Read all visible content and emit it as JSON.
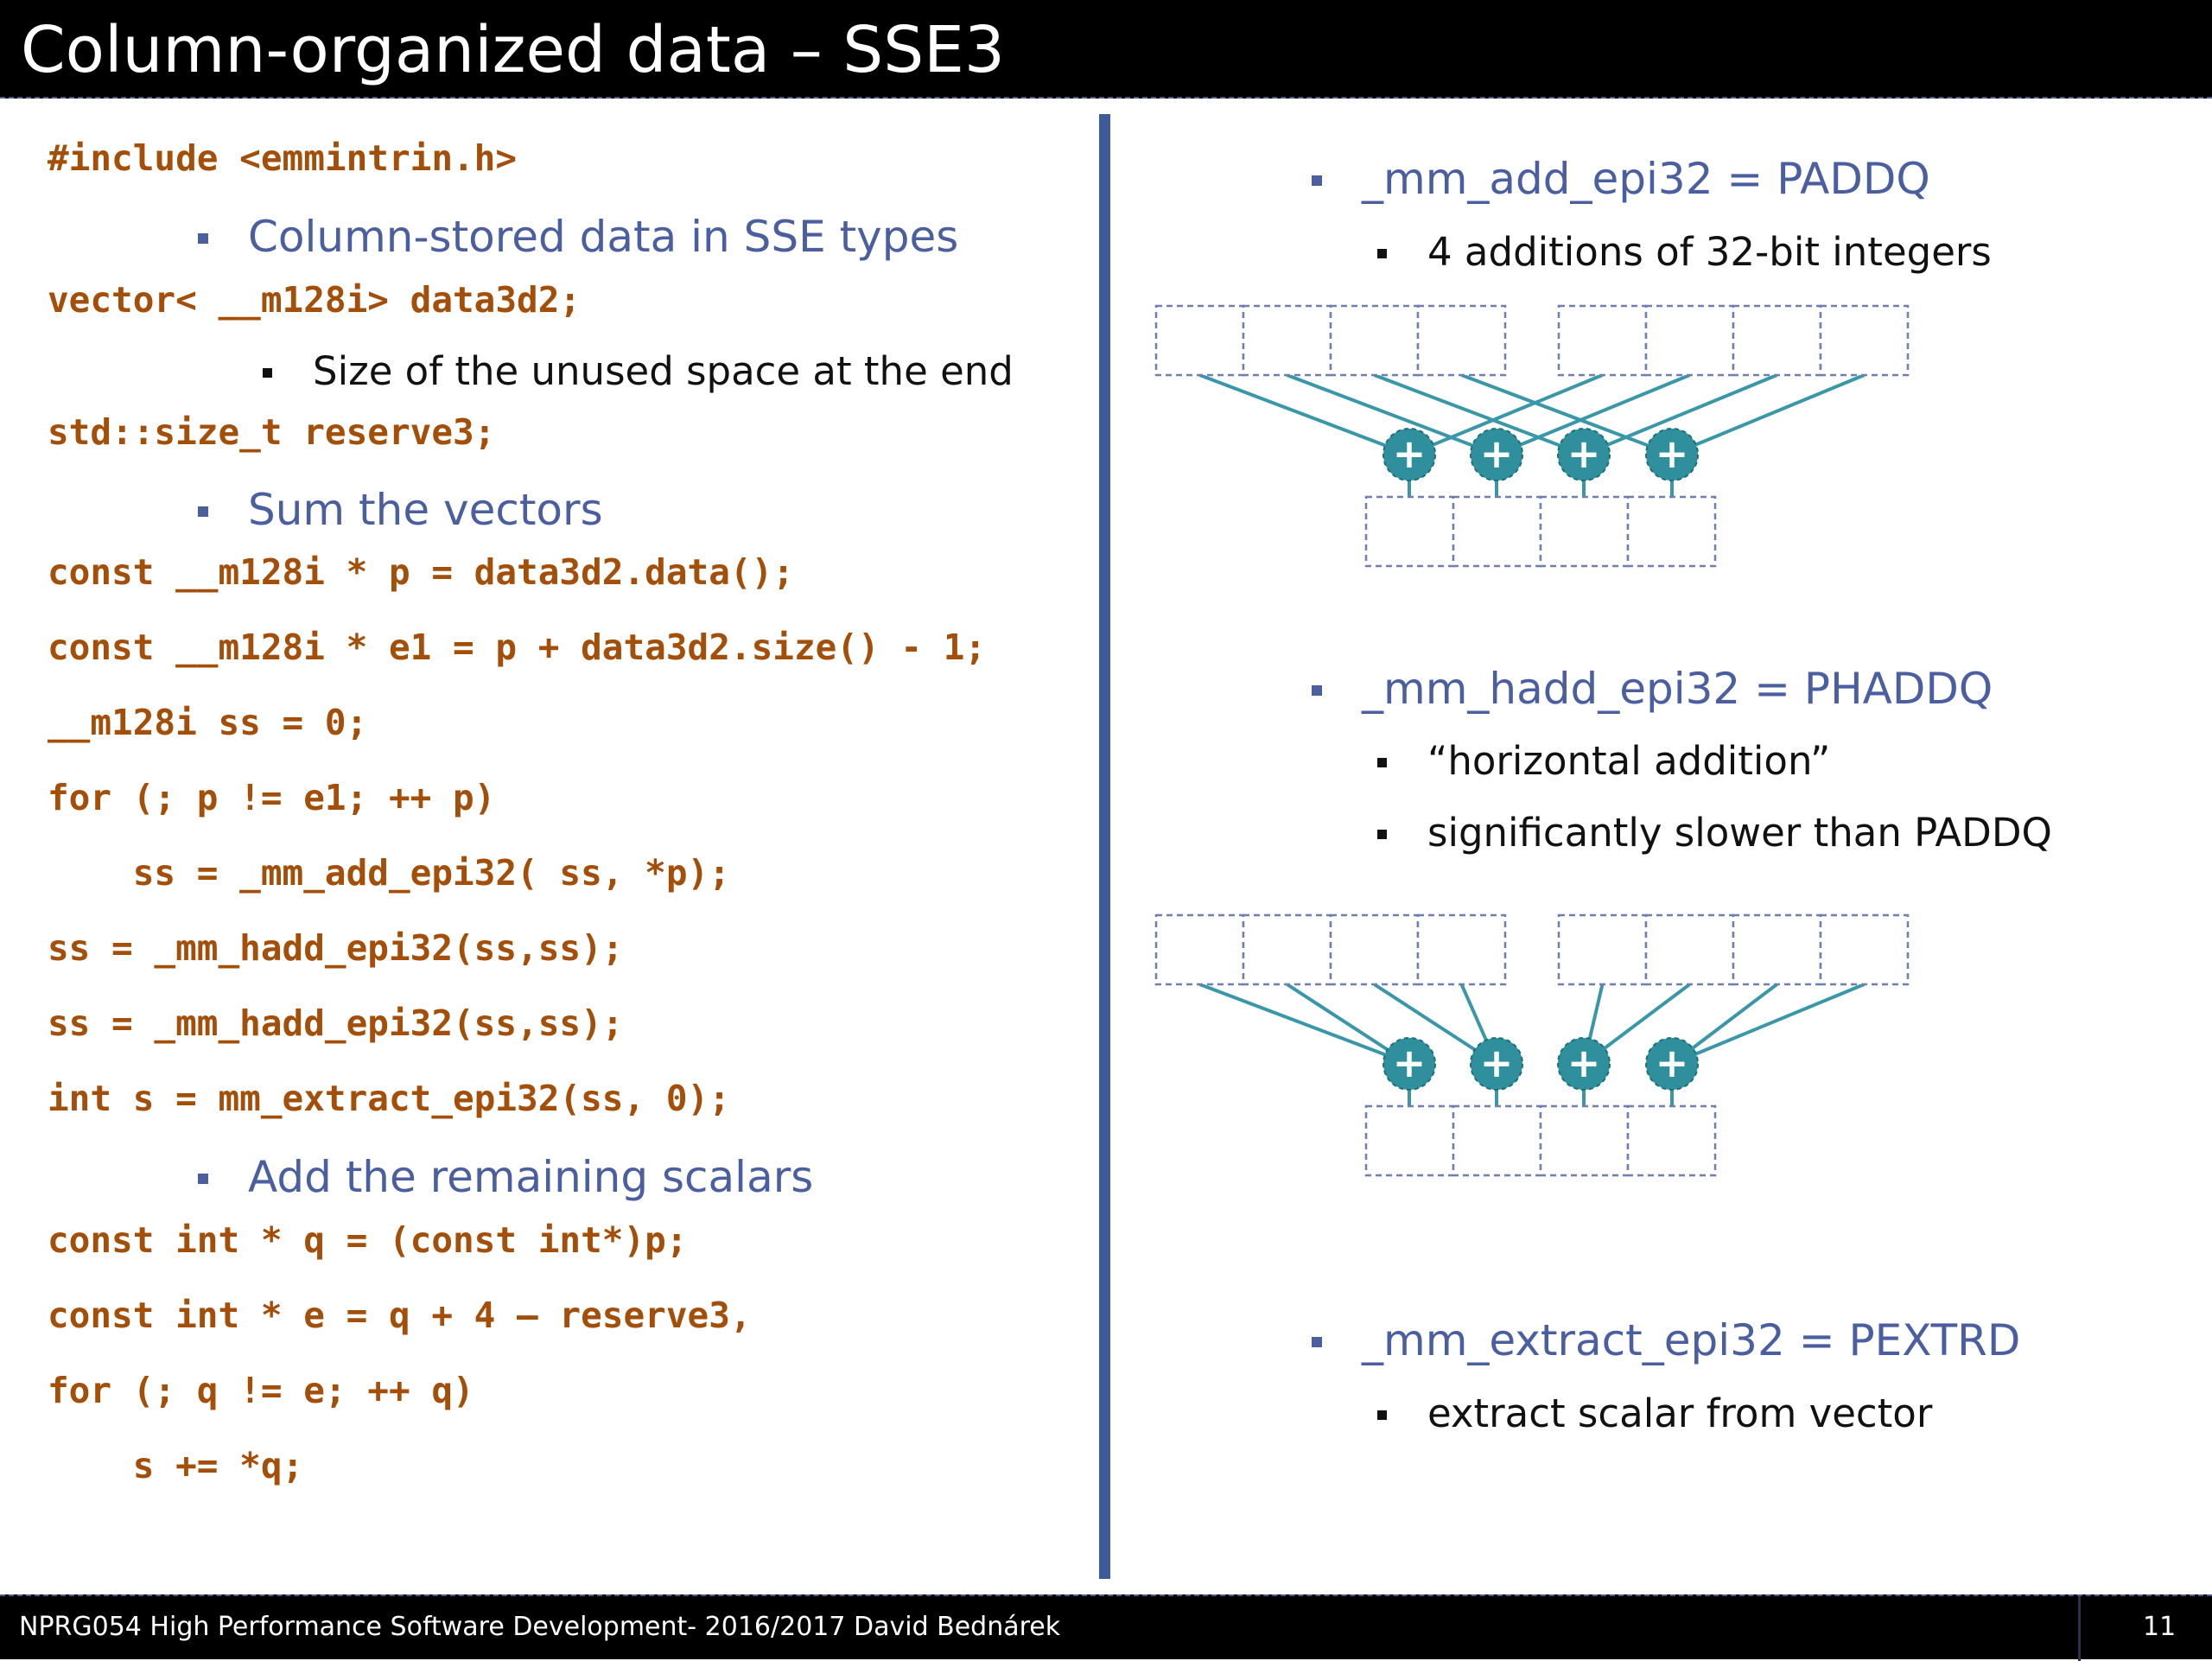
{
  "slide": {
    "title": "Column-organized data – SSE3"
  },
  "left": {
    "include": "#include <emmintrin.h>",
    "bullet1": "Column-stored data in SSE types",
    "code_vector": "vector< __m128i> data3d2;",
    "bullet2": "Size of the unused space at the end",
    "code_reserve": "std::size_t reserve3;",
    "bullet3": "Sum the vectors",
    "code_sum": [
      "const __m128i * p = data3d2.data();",
      "const __m128i * e1 = p + data3d2.size() - 1;",
      "__m128i ss = 0;",
      "for (; p != e1; ++ p)",
      "    ss = _mm_add_epi32( ss, *p);",
      "ss = _mm_hadd_epi32(ss,ss);",
      "ss = _mm_hadd_epi32(ss,ss);",
      "int s = mm_extract_epi32(ss, 0);"
    ],
    "bullet4": "Add the remaining scalars",
    "code_scalars": [
      "const int * q = (const int*)p;",
      "const int * e = q + 4 – reserve3,",
      "for (; q != e; ++ q)",
      "    s += *q;"
    ]
  },
  "right": {
    "add_title": "_mm_add_epi32 = PADDQ",
    "add_desc": "4 additions of 32-bit integers",
    "hadd_title": "_mm_hadd_epi32 = PHADDQ",
    "hadd_desc1": "“horizontal addition”",
    "hadd_desc2": "significantly slower than PADDQ",
    "extract_title": "_mm_extract_epi32 = PEXTRD",
    "extract_desc": "extract scalar from vector",
    "plus_symbol": "+"
  },
  "footer": {
    "text": "NPRG054 High Performance Software Development- 2016/2017 David Bednárek",
    "page": "11"
  },
  "colors": {
    "title_bg": "#000000",
    "accent_blue": "#4a5ea0",
    "code_orange": "#a34f0a",
    "divider": "#3d5a99",
    "teal": "#2f8f9d",
    "teal_line": "#3a97a8"
  }
}
